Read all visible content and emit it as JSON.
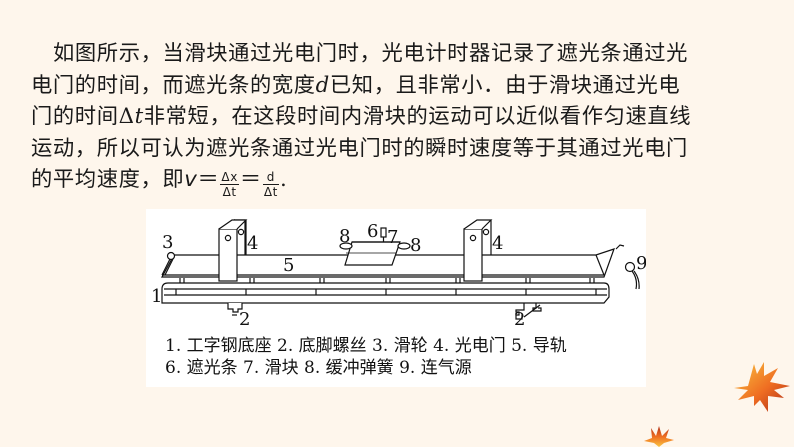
{
  "paragraph": {
    "line1": "如图所示，当滑块通过光电门时，光电计时器记录了遮光条通过光",
    "line2_a": "电门的时间，而遮光条的宽度",
    "line2_var": "d",
    "line2_b": "已知，且非常小．由于滑块通过光电",
    "line3_a": "门的时间Δ",
    "line3_var": "t",
    "line3_b": "非常短，在这段时间内滑块的运动可以近似看作匀速直线",
    "line4": "运动，所以可认为遮光条通过光电门时的瞬时速度等于其通过光电门",
    "line5_a": "的平均速度，即",
    "formula": {
      "v": "v",
      "eq1": "＝",
      "frac1_num": "Δx",
      "frac1_den": "Δt",
      "eq2": "＝",
      "frac2_num": "d",
      "frac2_den": "Δt",
      "end": "."
    }
  },
  "figure": {
    "labels": {
      "l1": "1",
      "l2a": "2",
      "l2b": "2",
      "l3": "3",
      "l4a": "4",
      "l4b": "4",
      "l5": "5",
      "l6": "6",
      "l7": "7",
      "l8a": "8",
      "l8b": "8",
      "l9": "9"
    },
    "legend": {
      "line1": "1. 工字钢底座 2. 底脚螺丝 3. 滑轮 4. 光电门 5. 导轨",
      "line2": "6. 遮光条 7. 滑块 8. 缓冲弹簧 9. 连气源"
    }
  },
  "decorations": {
    "leaf_icons": [
      "maple-leaf-large",
      "maple-leaf-small"
    ],
    "colors": {
      "background": "#fef6ec",
      "leaf_light": "#f7b733",
      "leaf_mid": "#ee6a1f",
      "leaf_dark": "#b8321a"
    }
  }
}
